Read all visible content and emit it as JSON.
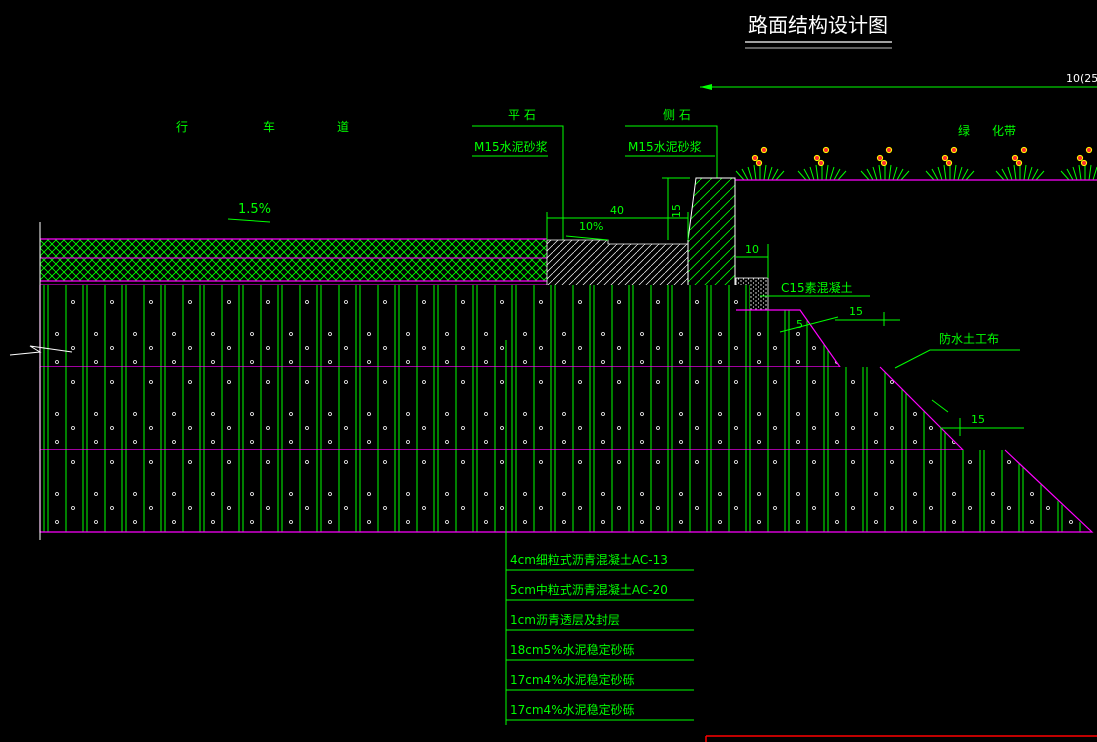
{
  "title": "路面结构设计图",
  "colors": {
    "background": "#000000",
    "line_green": "#00ff00",
    "outline_magenta": "#ff00ff",
    "text_white": "#ffffff",
    "red_frame": "#ff0000",
    "hatch_white": "#ffffff"
  },
  "labels": {
    "carriageway_chars": [
      "行",
      "车",
      "道"
    ],
    "flat_stone": "平 石",
    "side_stone": "侧 石",
    "mortar_left": "M15水泥砂浆",
    "mortar_right": "M15水泥砂浆",
    "green_belt_chars": [
      "绿",
      "化带"
    ],
    "slope": "1.5%",
    "gutter_slope": "10%",
    "dim_40": "40",
    "dim_15_vertical": "15",
    "dim_10": "10",
    "dim_10_small": "10",
    "concrete_c15": "C15素混凝土",
    "dim_5": "5",
    "dim_15_a": "15",
    "geotextile": "防水土工布",
    "dim_15_b": "15",
    "top_right_dim": "10(25"
  },
  "legend_layers": [
    "4cm细粒式沥青混凝土AC-13",
    "5cm中粒式沥青混凝土AC-20",
    "1cm沥青透层及封层",
    "18cm5%水泥稳定砂砾",
    "17cm4%水泥稳定砂砾",
    "17cm4%水泥稳定砂砾"
  ]
}
